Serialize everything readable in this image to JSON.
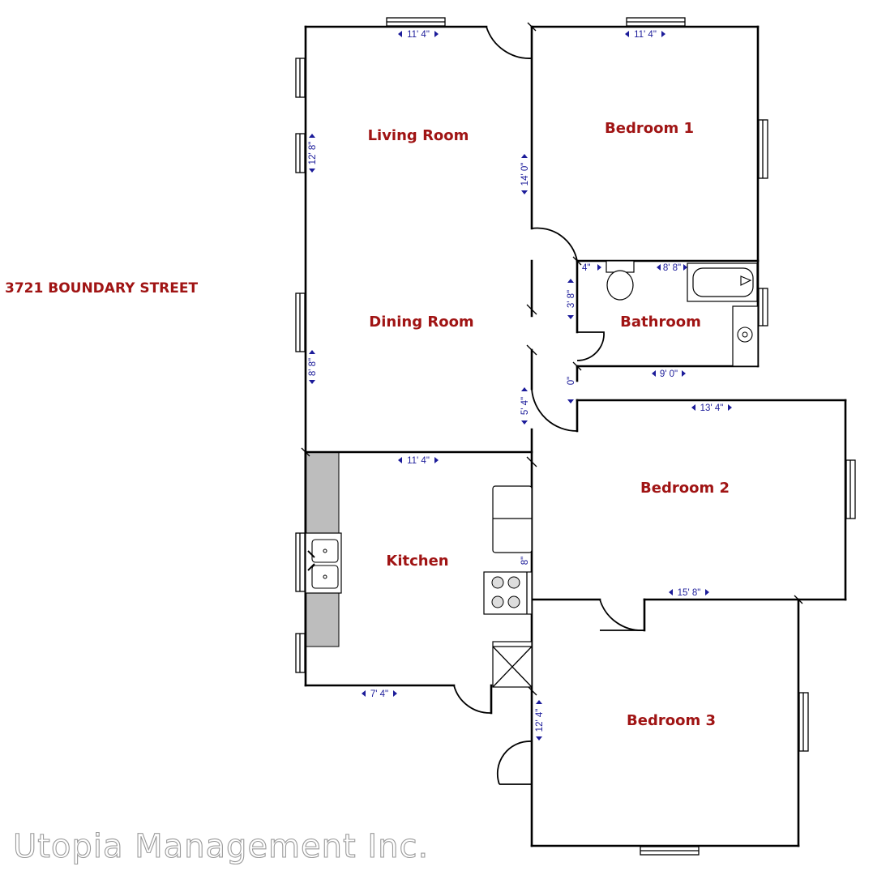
{
  "address": "3721 BOUNDARY STREET",
  "watermark": "Utopia Management Inc.",
  "rooms": {
    "living_room": "Living Room",
    "dining_room": "Dining Room",
    "bedroom_1": "Bedroom 1",
    "bathroom": "Bathroom",
    "bedroom_2": "Bedroom 2",
    "kitchen": "Kitchen",
    "bedroom_3": "Bedroom 3"
  },
  "dimensions": {
    "living_width": "11' 4\"",
    "bedroom1_width": "11' 4\"",
    "living_depth": "12' 8\"",
    "living_inner": "14' 0\"",
    "bath_small": "4\"",
    "bath_width": "8' 8\"",
    "bath_door": "3' 8\"",
    "dining_depth": "8' 8\"",
    "bath_bottom": "9' 0\"",
    "hall_small": "0\"",
    "hall_depth": "5' 4\"",
    "bedroom2_width": "13' 4\"",
    "kitchen_width": "11' 4\"",
    "kitchen_inner": "8\"",
    "bedroom2_bottom": "15' 8\"",
    "kitchen_bottom": "7' 4\"",
    "bedroom3_depth": "12' 4\""
  },
  "colors": {
    "room_label": "#a01414",
    "dimension": "#1c1c9a",
    "wall": "#000000",
    "counter": "#bdbdbd"
  }
}
